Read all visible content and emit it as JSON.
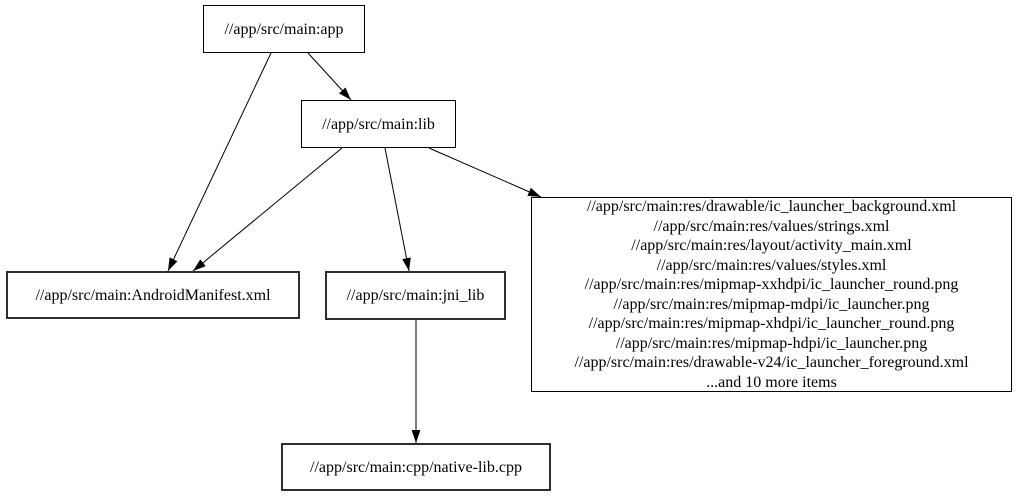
{
  "graph": {
    "background_color": "#ffffff",
    "text_color": "#000000",
    "edge_color": "#000000",
    "node_border_thin_color": "#000000",
    "node_border_thick_color": "#2e2e2e",
    "nodes": [
      {
        "id": "app",
        "label": "//app/src/main:app"
      },
      {
        "id": "lib",
        "label": "//app/src/main:lib"
      },
      {
        "id": "android-manifest",
        "label": "//app/src/main:AndroidManifest.xml"
      },
      {
        "id": "jni-lib",
        "label": "//app/src/main:jni_lib"
      },
      {
        "id": "res-files",
        "lines": [
          "//app/src/main:res/drawable/ic_launcher_background.xml",
          "//app/src/main:res/values/strings.xml",
          "//app/src/main:res/layout/activity_main.xml",
          "//app/src/main:res/values/styles.xml",
          "//app/src/main:res/mipmap-xxhdpi/ic_launcher_round.png",
          "//app/src/main:res/mipmap-mdpi/ic_launcher.png",
          "//app/src/main:res/mipmap-xhdpi/ic_launcher_round.png",
          "//app/src/main:res/mipmap-hdpi/ic_launcher.png",
          "//app/src/main:res/drawable-v24/ic_launcher_foreground.xml",
          "...and 10 more items"
        ]
      },
      {
        "id": "native-lib-cpp",
        "label": "//app/src/main:cpp/native-lib.cpp"
      }
    ],
    "edges": [
      {
        "from": "app",
        "to": "lib"
      },
      {
        "from": "app",
        "to": "android-manifest"
      },
      {
        "from": "lib",
        "to": "android-manifest"
      },
      {
        "from": "lib",
        "to": "jni-lib"
      },
      {
        "from": "lib",
        "to": "res-files"
      },
      {
        "from": "jni-lib",
        "to": "native-lib-cpp"
      }
    ]
  }
}
